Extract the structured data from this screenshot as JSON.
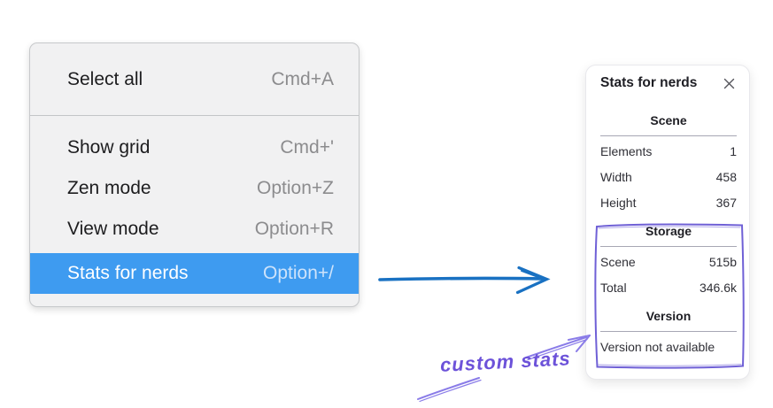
{
  "menu": {
    "items": [
      {
        "label": "Select all",
        "shortcut": "Cmd+A"
      },
      {
        "label": "Show grid",
        "shortcut": "Cmd+'"
      },
      {
        "label": "Zen mode",
        "shortcut": "Option+Z"
      },
      {
        "label": "View mode",
        "shortcut": "Option+R"
      },
      {
        "label": "Stats for nerds",
        "shortcut": "Option+/"
      }
    ],
    "selected_item": "Stats for nerds"
  },
  "stats_panel": {
    "title": "Stats for nerds",
    "close_icon": "x-close",
    "scene": {
      "heading": "Scene",
      "rows": [
        {
          "label": "Elements",
          "value": "1"
        },
        {
          "label": "Width",
          "value": "458"
        },
        {
          "label": "Height",
          "value": "367"
        }
      ]
    },
    "storage": {
      "heading": "Storage",
      "rows": [
        {
          "label": "Scene",
          "value": "515b"
        },
        {
          "label": "Total",
          "value": "346.6k"
        }
      ]
    },
    "version": {
      "heading": "Version",
      "note": "Version not available"
    }
  },
  "annotation": {
    "label": "custom stats"
  },
  "colors": {
    "menu_highlight": "#3e9bf0",
    "arrow_blue": "#1971c2",
    "annotation_purple": "#6c52d9",
    "annotation_purple_light": "#8a7ce8"
  }
}
